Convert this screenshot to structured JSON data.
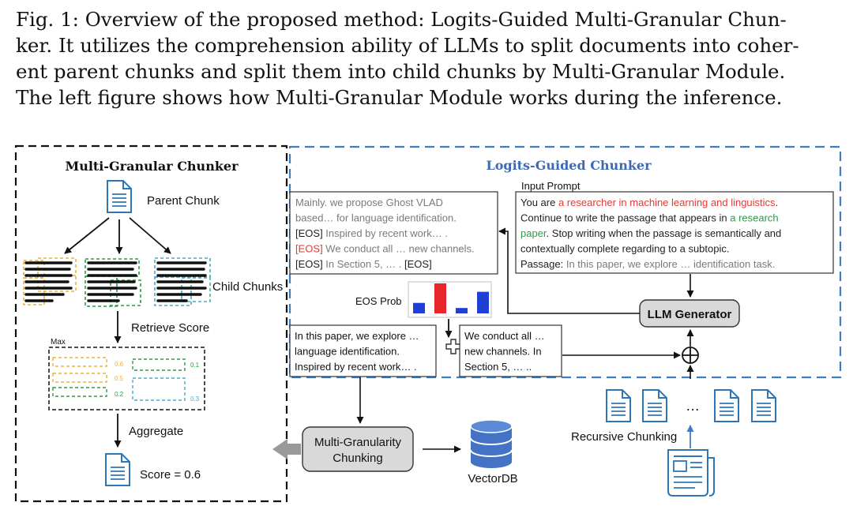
{
  "caption": {
    "lines": [
      "Fig. 1: Overview of the proposed method: Logits-Guided Multi-Granular Chun-",
      "ker. It utilizes the comprehension ability of LLMs to split documents into coher-",
      "ent parent chunks and split them into child chunks by Multi-Granular Module.",
      "The left figure shows how Multi-Granular Module works during the inference."
    ]
  },
  "left_panel": {
    "title": "Multi-Granular Chunker",
    "parent_chunk_label": "Parent Chunk",
    "child_chunks_label": "Child Chunks",
    "retrieve_score_label": "Retrieve Score",
    "max_label": "Max",
    "scores": [
      "0.6",
      "0.5",
      "0.2",
      "0.1",
      "0.3"
    ],
    "aggregate_label": "Aggregate",
    "final_score_label": "Score = 0.6"
  },
  "right_panel": {
    "title": "Logits-Guided Chunker",
    "input_prompt_label": "Input Prompt",
    "prompt_lines": [
      [
        {
          "t": "You are ",
          "c": "dark"
        },
        {
          "t": "a researcher in machine learning and linguistics",
          "c": "red"
        },
        {
          "t": ".",
          "c": "dark"
        }
      ],
      [
        {
          "t": "Continue to write the passage that appears in ",
          "c": "dark"
        },
        {
          "t": "a research",
          "c": "green"
        }
      ],
      [
        {
          "t": "paper",
          "c": "green"
        },
        {
          "t": ".  Stop writing when the passage is semantically and",
          "c": "dark"
        }
      ],
      [
        {
          "t": "contextually complete regarding to a subtopic.",
          "c": "dark"
        }
      ],
      [
        {
          "t": "Passage: ",
          "c": "dark"
        },
        {
          "t": "In this paper, we explore … identification task.",
          "c": "gray"
        }
      ]
    ],
    "output_lines": [
      [
        {
          "t": "Mainly. we propose Ghost VLAD",
          "c": "gray"
        }
      ],
      [
        {
          "t": "based… for language identification.",
          "c": "gray"
        }
      ],
      [
        {
          "t": "[EOS] ",
          "c": "dark"
        },
        {
          "t": "Inspired by recent work… .",
          "c": "gray"
        }
      ],
      [
        {
          "t": "[EOS]",
          "c": "red"
        },
        {
          "t": " We conduct all … new channels.",
          "c": "gray"
        }
      ],
      [
        {
          "t": "[EOS] ",
          "c": "dark"
        },
        {
          "t": "In Section 5, … . ",
          "c": "gray"
        },
        {
          "t": "[EOS]",
          "c": "dark"
        }
      ]
    ],
    "eos_prob_label": "EOS Prob",
    "eos_prob_values": [
      0.35,
      1.0,
      0.18,
      0.72
    ],
    "chunk_a_lines": [
      "In this paper, we explore …",
      "language identification.",
      "Inspired by recent work… ."
    ],
    "chunk_b_lines": [
      "We conduct all …",
      "new channels. In",
      "Section 5, … .."
    ],
    "llm_generator_label": "LLM Generator",
    "multi_granularity_lines": [
      "Multi-Granularity",
      "Chunking"
    ],
    "vectordb_label": "VectorDB",
    "recursive_chunking_label": "Recursive Chunking",
    "ellipsis": "…"
  },
  "colors": {
    "blue": "#3f7cc3",
    "doc_blue": "#2e75b6",
    "red": "#e53935",
    "green": "#2e9a4a",
    "orange": "#e7b23c",
    "teal": "#4aa9c9",
    "gray_text": "#7a7a7a",
    "title_blue": "#3d6ab0",
    "box_gray": "#d9d9d9"
  }
}
